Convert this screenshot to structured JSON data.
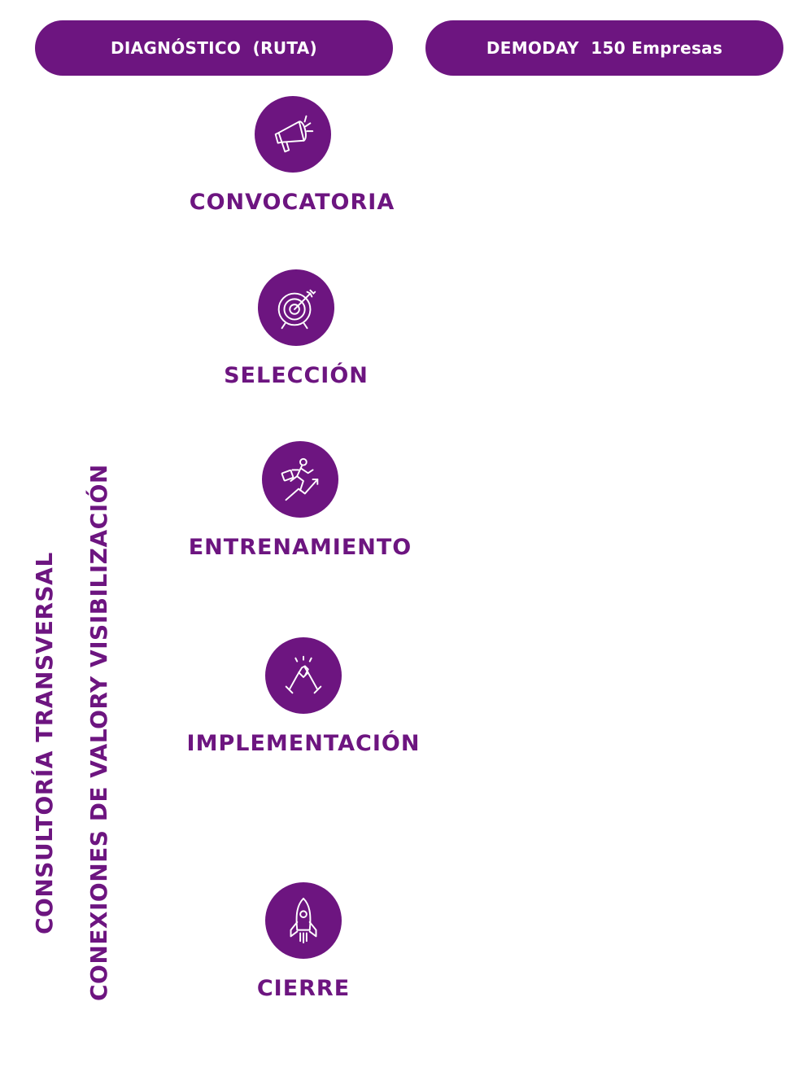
{
  "header": {
    "left_label": "DIAGNÓSTICO  (RUTA)",
    "right_label": "DEMODAY  150 Empresas"
  },
  "colors": {
    "brand_purple": "#6d1580",
    "icon_stroke": "#ffffff"
  },
  "steps": [
    {
      "label": "CONVOCATORIA",
      "icon": "megaphone-icon"
    },
    {
      "label": "SELECCIÓN",
      "icon": "target-icon"
    },
    {
      "label": "ENTRENAMIENTO",
      "icon": "running-growth-icon"
    },
    {
      "label": "IMPLEMENTACIÓN",
      "icon": "handshake-icon"
    },
    {
      "label": "CIERRE",
      "icon": "rocket-icon"
    }
  ],
  "side_labels": {
    "consultoria": "CONSULTORÍA TRANSVERSAL",
    "conexiones": "CONEXIONES DE VALORY VISIBILIZACIÓN"
  }
}
